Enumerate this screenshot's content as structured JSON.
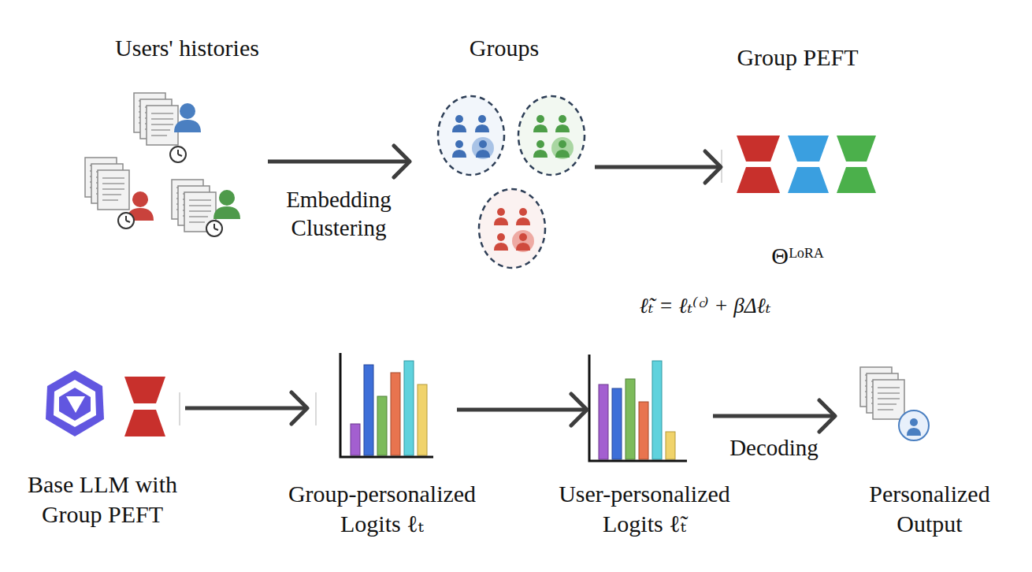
{
  "diagram": {
    "nodes": [
      {
        "text": [
          "Users' histories"
        ]
      },
      {
        "text": [
          "Groups"
        ]
      },
      {
        "text": [
          "Group PEFT",
          "Θᴸᵒᴿᴬ"
        ]
      },
      {
        "text": [
          "Base LLM with Group PEFT"
        ]
      },
      {
        "text": [
          "Group-personalized Logits ℓₜ"
        ]
      },
      {
        "text": [
          "User-personalized Logits ℓ̃ₜ"
        ]
      },
      {
        "text": [
          "Personalized Output"
        ]
      }
    ],
    "edges": [
      {
        "from": 0,
        "to": 1,
        "arrow": "to",
        "label": "Embedding Clustering"
      },
      {
        "from": 1,
        "to": 2,
        "arrow": "to"
      },
      {
        "from": 3,
        "to": 4,
        "arrow": "to"
      },
      {
        "from": 4,
        "to": 5,
        "arrow": "to"
      },
      {
        "from": 5,
        "to": 6,
        "arrow": "to",
        "label": "Decoding"
      }
    ],
    "labels": [
      "ℓ̃ₜ = ℓₜ⁽ᶜ⁾ + βΔℓₜ"
    ]
  }
}
